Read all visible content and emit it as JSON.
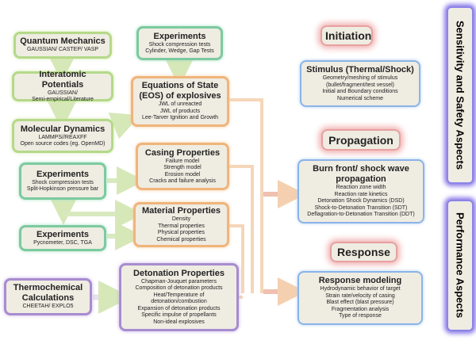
{
  "left": {
    "quantum": {
      "title": "Quantum Mechanics",
      "lines": [
        "GAUSSIAN/ CASTEP/ VASP"
      ]
    },
    "interatomic": {
      "title": "Interatomic Potentials",
      "lines": [
        "GAUSSIAN/",
        "Semi-empirical/Literature"
      ]
    },
    "md": {
      "title": "Molecular Dynamics",
      "lines": [
        "LAMMPS//REAXFF",
        "Open source codes (eg. OpenMD)"
      ]
    },
    "exp1": {
      "title": "Experiments",
      "lines": [
        "Shock compression tests",
        "Split-Hopkinson pressure bar"
      ]
    },
    "exp2": {
      "title": "Experiments",
      "lines": [
        "Pycnometer, DSC, TGA"
      ]
    },
    "thermo": {
      "title": "Thermochemical Calculations",
      "lines": [
        "CHEETAH/ EXPLO5"
      ]
    }
  },
  "middle": {
    "exp_top": {
      "title": "Experiments",
      "lines": [
        "Shock compression tests",
        "Cylinder, Wedge, Gap Tests"
      ]
    },
    "eos": {
      "title": "Equations of State (EOS) of explosives",
      "lines": [
        "JWL of unreacted",
        "JWL of products",
        "Lee-Tarver Ignition and Growth"
      ]
    },
    "casing": {
      "title": "Casing Properties",
      "lines": [
        "Failure model",
        "Strength model",
        "Erosion model",
        "Cracks and failure analysis"
      ]
    },
    "material": {
      "title": "Material Properties",
      "lines": [
        "Density",
        "Thermal properties",
        "Physical properties",
        "Chemical properties"
      ]
    },
    "detonation": {
      "title": "Detonation Properties",
      "lines": [
        "Chapman-Jouquet parameters",
        "Composition of detonation products",
        "Heat/Temperature of",
        "detonation/combustion",
        "Expansion of detonation products",
        "Specific impulse of propellants",
        "Non-ideal explosives"
      ]
    }
  },
  "right": {
    "initiation": "Initiation",
    "stimulus": {
      "title": "Stimulus (Thermal/Shock)",
      "lines": [
        "Geometry/meshing of stimulus",
        "(bullet/fragment/test vessel)",
        "Initial and Boundary conditions",
        "Numerical scheme"
      ]
    },
    "propagation": "Propagation",
    "burn": {
      "title": "Burn front/ shock wave propagation",
      "lines": [
        "Reaction zone width",
        "Reaction rate kinetics",
        "Detonation Shock Dynamics (DSD)",
        "Shock-to-Detonation Transition (SDT)",
        "Deflagration-to-Detonation Transition (DDT)"
      ]
    },
    "response": "Response",
    "response_modeling": {
      "title": "Response modeling",
      "lines": [
        "Hydrodynamic behavior of target",
        "Strain rate/velocity of casing",
        "Blast effect (blast pressure)",
        "Fragmentation analysis",
        "Type of response"
      ]
    }
  },
  "aspects": {
    "sensitivity": "Sensitivity and Safety Aspects",
    "performance": "Performance Aspects"
  }
}
